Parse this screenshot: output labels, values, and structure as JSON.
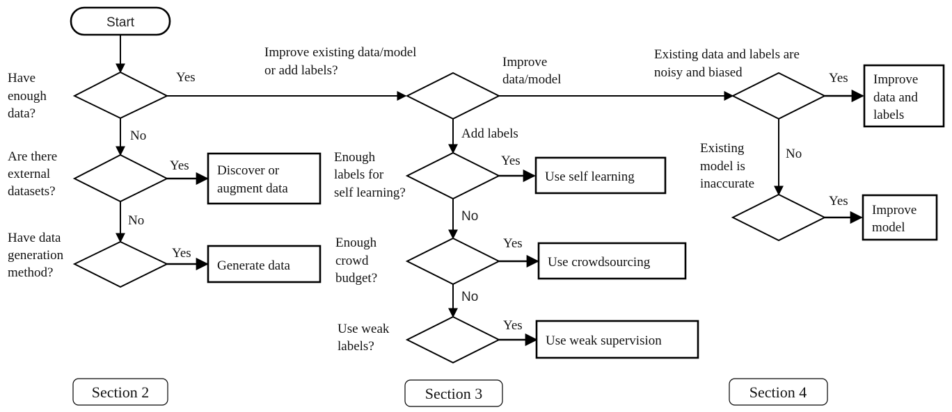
{
  "start": "Start",
  "decisions": {
    "d1": [
      "Have",
      "enough",
      "data?"
    ],
    "d2": [
      "Are there",
      "external",
      "datasets?"
    ],
    "d3": [
      "Have data",
      "generation",
      "method?"
    ],
    "d4": [
      "Improve existing data/model",
      "or add labels?"
    ],
    "d5": [
      "Enough",
      "labels for",
      "self learning?"
    ],
    "d6": [
      "Enough",
      "crowd",
      "budget?"
    ],
    "d7": [
      "Use weak",
      "labels?"
    ],
    "d8": [
      "Existing data and labels are",
      "noisy and biased"
    ],
    "d9": [
      "Existing",
      "model is",
      "inaccurate"
    ]
  },
  "actions": {
    "discover": [
      "Discover or",
      "augment data"
    ],
    "generate": [
      "Generate data"
    ],
    "self_learning": [
      "Use self learning"
    ],
    "crowdsourcing": [
      "Use crowdsourcing"
    ],
    "weak_supervision": [
      "Use weak supervision"
    ],
    "improve_data_labels": [
      "Improve",
      "data and",
      "labels"
    ],
    "improve_model": [
      "Improve",
      "model"
    ]
  },
  "edge_labels": {
    "yes": "Yes",
    "no": "No",
    "improve_data_model": [
      "Improve",
      "data/model"
    ],
    "add_labels": "Add labels"
  },
  "sections": [
    "Section 2",
    "Section 3",
    "Section 4"
  ]
}
